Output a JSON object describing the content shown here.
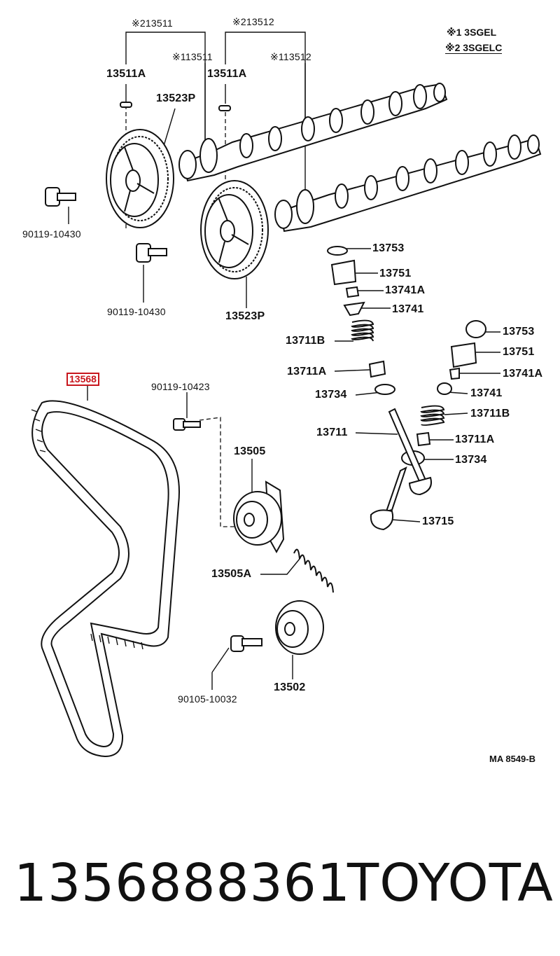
{
  "legend": {
    "note1": "※1 3SGEL",
    "note2": "※2 3SGELC"
  },
  "labels": {
    "p213511": "※213511",
    "p213512": "※213512",
    "p113511": "※113511",
    "p113512": "※113512",
    "p13511A_left": "13511A",
    "p13511A_right": "13511A",
    "p13523P_top": "13523P",
    "p13523P_bottom": "13523P",
    "bolt_upper_left": "90119-10430",
    "bolt_lower_left": "90119-10430",
    "p13753_a": "13753",
    "p13751_a": "13751",
    "p13741A_a": "13741A",
    "p13741_a": "13741",
    "p13711B_a": "13711B",
    "p13711A_a": "13711A",
    "p13734_a": "13734",
    "p13753_b": "13753",
    "p13751_b": "13751",
    "p13741A_b": "13741A",
    "p13741_b": "13741",
    "p13711B_b": "13711B",
    "p13711A_b": "13711A",
    "p13734_b": "13734",
    "p13711": "13711",
    "p13715": "13715",
    "belt": "13568",
    "bolt_tensioner": "90119-10423",
    "p13505": "13505",
    "p13505A": "13505A",
    "bolt_idler": "90105-10032",
    "p13502": "13502",
    "drawing_ref": "MA 8549-B"
  },
  "caption": {
    "part_number": "1356888361",
    "brand": "TOYOTA"
  },
  "colors": {
    "highlight": "#c8161d",
    "line": "#111111"
  }
}
